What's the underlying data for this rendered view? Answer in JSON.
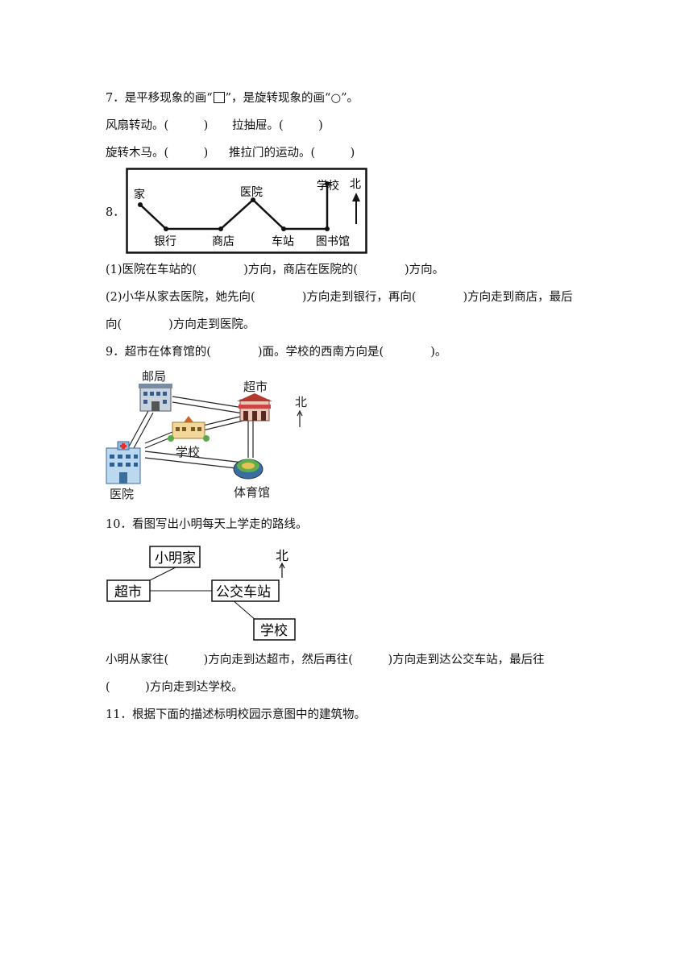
{
  "q7": {
    "stem_a": "7．是平移现象的画“",
    "stem_b": "”，是旋转现象的画“○”。",
    "row1_a": "风扇转动。(　　　)",
    "row1_b": "拉抽屉。(　　　)",
    "row2_a": "旋转木马。(　　　)",
    "row2_b": "推拉门的运动。(　　　)"
  },
  "q8": {
    "num": "8．",
    "map": {
      "home": "家",
      "bank": "银行",
      "shop": "商店",
      "hospital": "医院",
      "station": "车站",
      "school": "学校",
      "library": "图书馆",
      "north": "北"
    },
    "p1": "(1)医院在车站的(　　　　)方向，商店在医院的(　　　　)方向。",
    "p2a": "(2)小华从家去医院，她先向(　　　　)方向走到银行，再向(　　　　)方向走到商店，最后",
    "p2b": "向(　　　　)方向走到医院。"
  },
  "q9": {
    "stem": "9．超市在体育馆的(　　　　)面。学校的西南方向是(　　　　)。",
    "map": {
      "post": "邮局",
      "supermarket": "超市",
      "school": "学校",
      "hospital": "医院",
      "gym": "体育馆",
      "north": "北"
    }
  },
  "q10": {
    "stem": "10．看图写出小明每天上学走的路线。",
    "map": {
      "home": "小明家",
      "market": "超市",
      "bus": "公交车站",
      "school": "学校",
      "north": "北"
    },
    "a1": "小明从家往(　　　)方向走到达超市，然后再往(　　　)方向走到达公交车站，最后往",
    "a2": "(　　　)方向走到达学校。"
  },
  "q11": {
    "stem": "11．根据下面的描述标明校园示意图中的建筑物。"
  }
}
